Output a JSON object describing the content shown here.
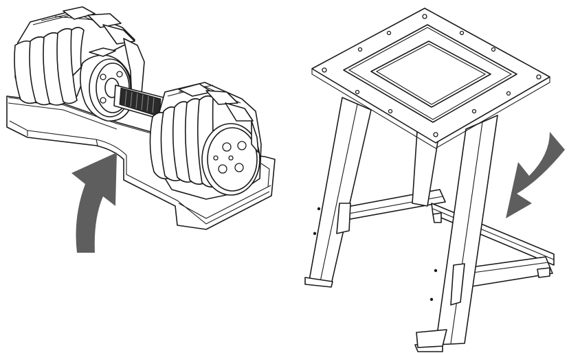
{
  "colors": {
    "line": "#1a1a1a",
    "arrow": "#5e5e5e",
    "background": "#ffffff"
  },
  "icons": {
    "dumbbell": "adjustable-dumbbell-in-tray",
    "stand": "dumbbell-stand",
    "lift_arrow": "curved-arrow-up",
    "place_arrow": "curved-arrow-down-left"
  }
}
